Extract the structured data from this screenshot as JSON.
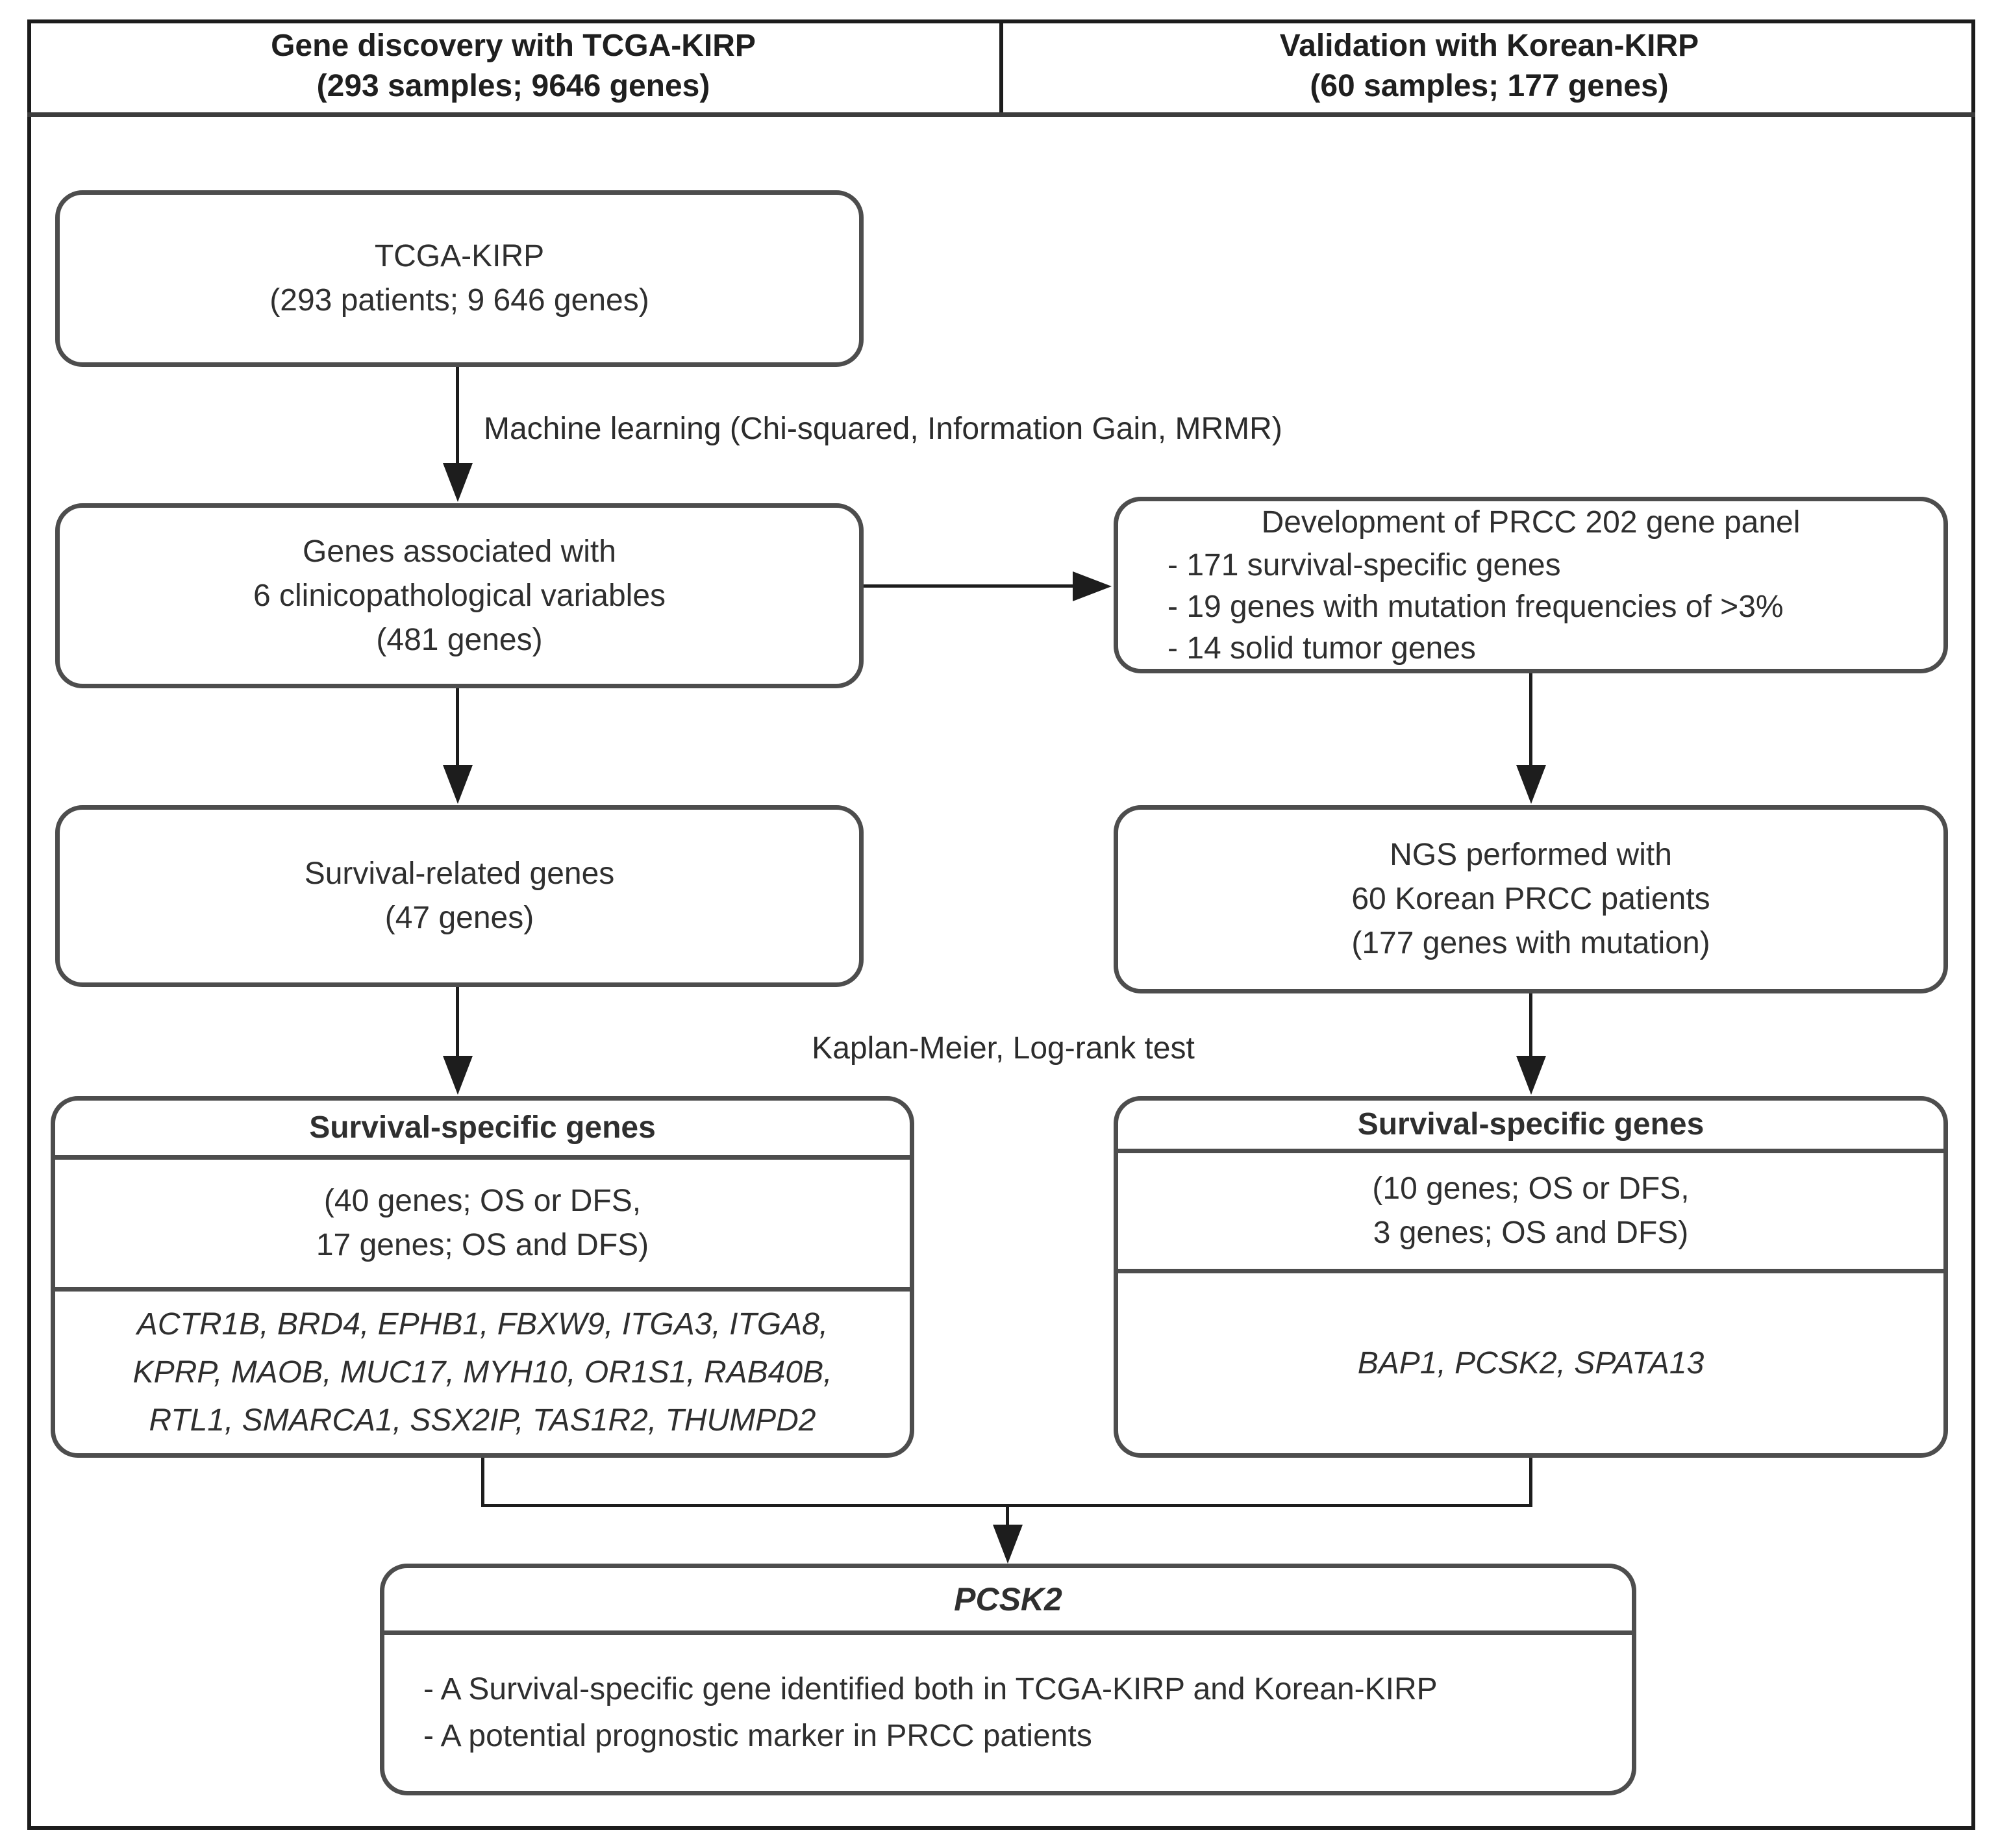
{
  "colors": {
    "frame_border": "#1c1c1c",
    "box_border": "#4d4d4d",
    "connector": "#1d1d1d",
    "text": "#2f2f2f"
  },
  "header": {
    "left": {
      "title": "Gene discovery with TCGA-KIRP",
      "subtitle": "(293 samples; 9646 genes)"
    },
    "right": {
      "title": "Validation with Korean-KIRP",
      "subtitle": "(60 samples; 177 genes)"
    }
  },
  "flow": {
    "tcga_box": {
      "lines": [
        "TCGA-KIRP",
        "(293 patients; 9 646 genes)"
      ]
    },
    "ml_label": "Machine learning (Chi-squared, Information Gain, MRMR)",
    "assoc_box": {
      "lines": [
        "Genes associated with",
        "6 clinicopathological variables",
        "(481 genes)"
      ]
    },
    "panel_box": {
      "title": "Development of PRCC 202 gene panel",
      "bullets": [
        "- 171 survival-specific genes",
        "- 19 genes with mutation frequencies of >3%",
        "- 14 solid tumor genes"
      ]
    },
    "survival_related_box": {
      "lines": [
        "Survival-related genes",
        "(47 genes)"
      ]
    },
    "ngs_box": {
      "lines": [
        "NGS performed with",
        "60 Korean PRCC patients",
        "(177 genes with mutation)"
      ]
    },
    "km_label": "Kaplan-Meier, Log-rank test",
    "tcga_survival_box": {
      "title": "Survival-specific genes",
      "stats": [
        "(40 genes; OS or DFS,",
        "17 genes; OS and DFS)"
      ],
      "genes": [
        "ACTR1B, BRD4, EPHB1, FBXW9, ITGA3, ITGA8,",
        "KPRP, MAOB, MUC17, MYH10, OR1S1, RAB40B,",
        "RTL1, SMARCA1, SSX2IP, TAS1R2, THUMPD2"
      ]
    },
    "korean_survival_box": {
      "title": "Survival-specific genes",
      "stats": [
        "(10 genes; OS or DFS,",
        "3 genes; OS and DFS)"
      ],
      "genes": [
        "BAP1, PCSK2, SPATA13"
      ]
    },
    "pcsk2_box": {
      "title": "PCSK2",
      "bullets": [
        "- A Survival-specific gene identified both in TCGA-KIRP and Korean-KIRP",
        "- A potential prognostic marker in PRCC patients"
      ]
    }
  }
}
